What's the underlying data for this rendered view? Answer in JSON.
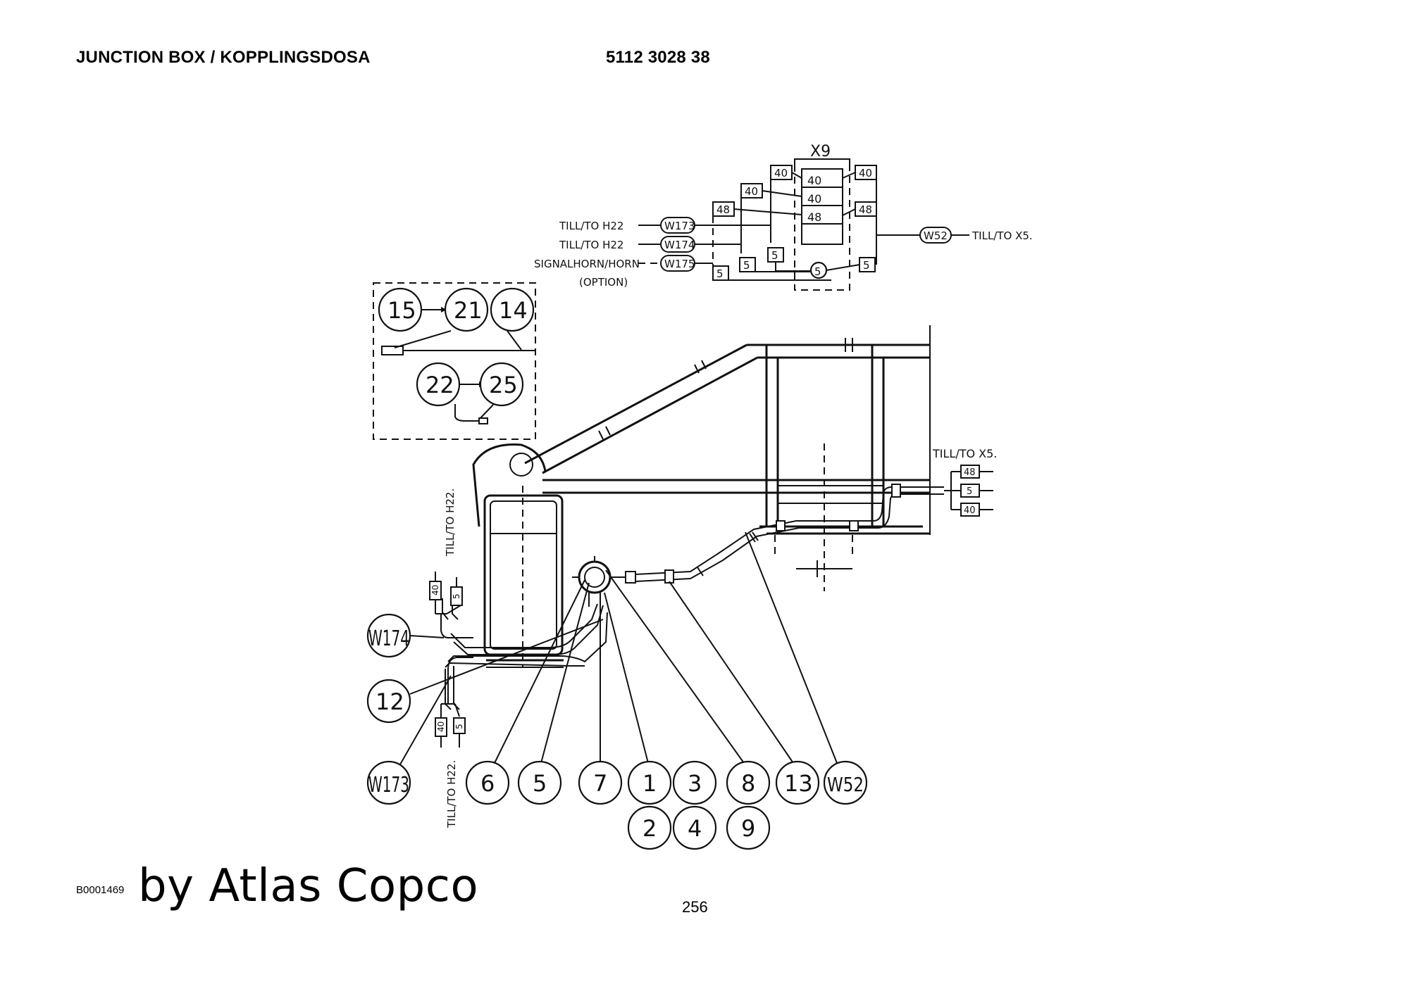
{
  "header": {
    "title": "JUNCTION BOX / KOPPLINGSDOSA",
    "part_number": "5112 3028 38"
  },
  "footer": {
    "figure_id": "B0001469",
    "watermark": "by Atlas Copco",
    "page": "256"
  },
  "schematic": {
    "connector": "X9",
    "terminals": [
      "40",
      "40",
      "48"
    ],
    "wire_numbers": [
      "40",
      "40",
      "48",
      "5",
      "5",
      "5",
      "40",
      "48",
      "5"
    ],
    "cables": [
      {
        "id": "W173",
        "label": "TILL/TO H22"
      },
      {
        "id": "W174",
        "label": "TILL/TO H22"
      },
      {
        "id": "W175",
        "label": "SIGNALHORN/HORN",
        "note": "(OPTION)"
      },
      {
        "id": "W52",
        "label": "TILL/TO X5."
      }
    ],
    "horn_terminal": "5"
  },
  "inset": {
    "items": [
      "15",
      "21",
      "14",
      "22",
      "25"
    ]
  },
  "drawing": {
    "right_dest": "TILL/TO X5.",
    "right_wires": [
      "48",
      "5",
      "40"
    ],
    "left_dest_top": "TILL/TO H22.",
    "left_dest_bottom": "TILL/TO H22.",
    "w174_wires": [
      "40",
      "5"
    ],
    "w173_wires": [
      "40",
      "5"
    ],
    "callouts": {
      "w174": "W174",
      "c12": "12",
      "w173": "W173",
      "c6": "6",
      "c5": "5",
      "c7": "7",
      "c1": "1",
      "c3": "3",
      "c8": "8",
      "c13": "13",
      "w52": "W52",
      "c2": "2",
      "c4": "4",
      "c9": "9"
    }
  }
}
